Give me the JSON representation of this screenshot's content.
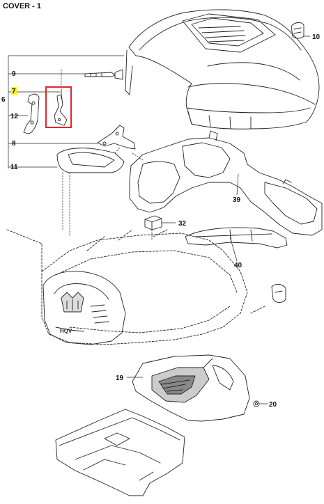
{
  "page_title": "COVER - 1",
  "colors": {
    "highlight_box": "#e0262b",
    "highlight_label": "#fff200",
    "line_art": "#222222"
  },
  "callouts": {
    "c6": "6",
    "c7": "7",
    "c8": "8",
    "c9": "9",
    "c10": "10",
    "c11": "11",
    "c12": "12",
    "c19": "19",
    "c20": "20",
    "c32": "32",
    "c39": "39",
    "c40": "40"
  },
  "selected_part": "7",
  "logo_text": "HQV"
}
